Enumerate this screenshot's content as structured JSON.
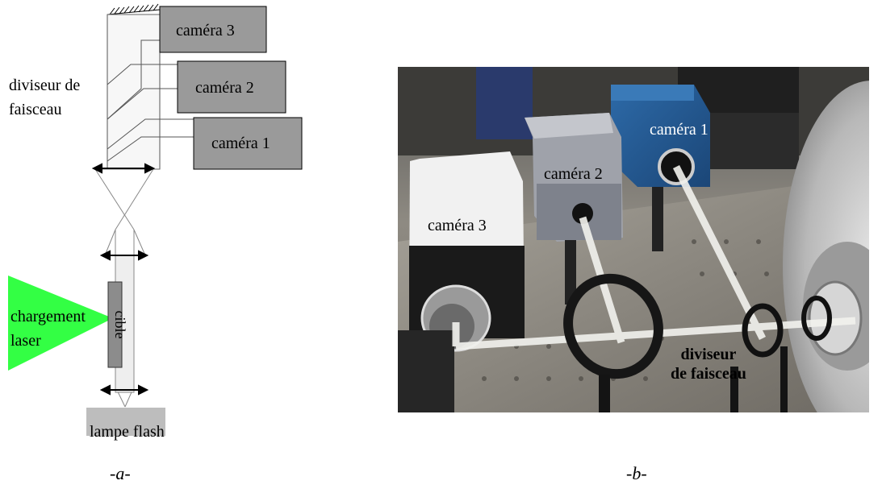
{
  "schematic": {
    "label_divider": "diviseur de\nfaisceau",
    "camera3": "caméra 3",
    "camera2": "caméra 2",
    "camera1": "caméra 1",
    "laser": "chargement\nlaser",
    "target": "cible",
    "flash": "lampe flash",
    "caption": "-a-"
  },
  "photo": {
    "camera1": "caméra 1",
    "camera2": "caméra 2",
    "camera3": "caméra 3",
    "divider": "diviseur\nde faisceau",
    "caption": "-b-"
  },
  "colors": {
    "camera_box": "#9a9a9a",
    "laser": "#33ff44",
    "target": "#8c8c8c",
    "flash": "#bdbdbd"
  }
}
